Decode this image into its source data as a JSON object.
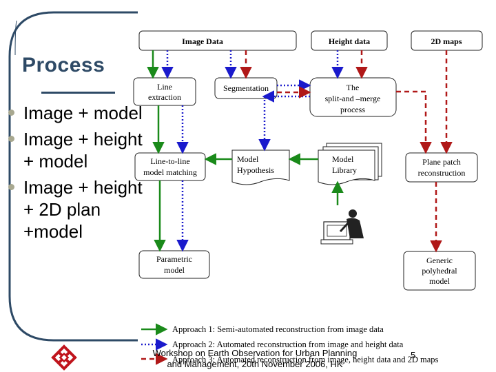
{
  "slide": {
    "title": "Process",
    "bullets": [
      {
        "lines": [
          "Image + model"
        ]
      },
      {
        "lines": [
          "Image + height",
          "+ model"
        ]
      },
      {
        "lines": [
          "Image +  height",
          "+ 2D plan",
          "+model"
        ]
      }
    ],
    "footer": {
      "line1": "Workshop on Earth Observation for Urban Planning",
      "line2": "and Management, 20th November 2006, HK"
    },
    "page_number": "5"
  },
  "diagram": {
    "nodes": {
      "image_data": "Image Data",
      "height_data": "Height data",
      "maps_2d": "2D maps",
      "line_extraction": [
        "Line",
        "extraction"
      ],
      "segmentation": "Segmentation",
      "split_merge": [
        "The",
        "split-and –merge",
        "process"
      ],
      "line_to_line": [
        "Line-to-line",
        "model matching"
      ],
      "model_hypothesis": [
        "Model",
        "Hypothesis"
      ],
      "model_library": [
        "Model",
        "Library"
      ],
      "plane_patch": [
        "Plane patch",
        "reconstruction"
      ],
      "parametric_model": [
        "Parametric",
        "model"
      ],
      "generic_polyhedral": [
        "Generic",
        "polyhedral",
        "model"
      ]
    },
    "legend": [
      {
        "label": "Approach 1: Semi-automated reconstruction from image data",
        "color": "#1a8a1a",
        "style": "solid"
      },
      {
        "label": "Approach 2: Automated reconstruction from image and height data",
        "color": "#1a1acc",
        "style": "dotted"
      },
      {
        "label": "Approach 3: Automated reconstruction from image, height data and 2D maps",
        "color": "#b01818",
        "style": "dashed"
      }
    ],
    "colors": {
      "approach1": "#1a8a1a",
      "approach2": "#1a1acc",
      "approach3": "#b01818",
      "frame": "#2e4a66"
    }
  }
}
